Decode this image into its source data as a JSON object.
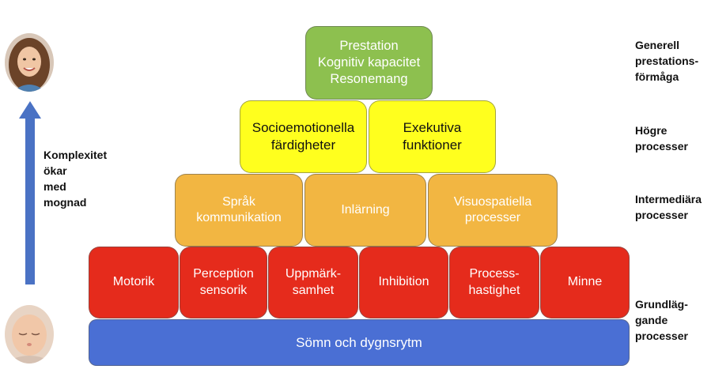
{
  "pyramid": {
    "top": "Prestation\nKognitiv kapacitet\nResonemang",
    "higher": [
      "Socioemotionella\nfärdigheter",
      "Exekutiva\nfunktioner"
    ],
    "intermediate": [
      "Språk\nkommunikation",
      "Inlärning",
      "Visuospatiella\nprocesser"
    ],
    "basic": [
      "Motorik",
      "Perception\nsensorik",
      "Uppmärk-\nsamhet",
      "Inhibition",
      "Process-\nhastighet",
      "Minne"
    ],
    "base": "Sömn och dygnsrytm"
  },
  "levels": {
    "general": "Generell\nprestations-\nförmåga",
    "higher": "Högre\nprocesser",
    "intermediate": "Intermediära\nprocesser",
    "basic": "Grundläg-\ngande\nprocesser"
  },
  "side_note": "Komplexitet\nökar\nmed\nmognad",
  "colors": {
    "top": "#8dc04f",
    "higher": "#ffff1e",
    "intermediate": "#f2b642",
    "basic": "#e52b1c",
    "base": "#4a6fd4",
    "arrow": "#4a72c4"
  },
  "images": {
    "top_avatar": "smiling-girl-photo",
    "bottom_avatar": "sleeping-baby-photo"
  }
}
